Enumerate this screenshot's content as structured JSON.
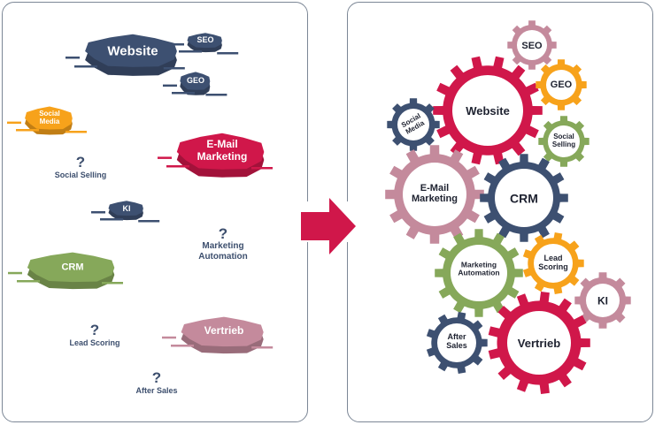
{
  "colors": {
    "red": "#d0174a",
    "navy": "#3d5071",
    "mauve": "#c48a9c",
    "orange": "#f7a21b",
    "green": "#86a85a",
    "text_dark": "#3d4f6e",
    "arrow": "#d0174a"
  },
  "before": {
    "islands": [
      {
        "id": "website",
        "label": "Website",
        "color": "navy"
      },
      {
        "id": "seo",
        "label": "SEO",
        "color": "navy"
      },
      {
        "id": "geo",
        "label": "GEO",
        "color": "navy"
      },
      {
        "id": "social-media",
        "label": "Social\nMedia",
        "color": "orange"
      },
      {
        "id": "email-marketing",
        "label": "E-Mail\nMarketing",
        "color": "red"
      },
      {
        "id": "ki",
        "label": "KI",
        "color": "navy"
      },
      {
        "id": "crm",
        "label": "CRM",
        "color": "green"
      },
      {
        "id": "vertrieb",
        "label": "Vertrieb",
        "color": "mauve"
      }
    ],
    "unknowns": [
      {
        "id": "social-selling",
        "mark": "?",
        "label": "Social Selling"
      },
      {
        "id": "marketing-automation",
        "mark": "?",
        "label": "Marketing\nAutomation"
      },
      {
        "id": "lead-scoring",
        "mark": "?",
        "label": "Lead Scoring"
      },
      {
        "id": "after-sales",
        "mark": "?",
        "label": "After Sales"
      }
    ]
  },
  "after": {
    "gears": [
      {
        "id": "website",
        "label": "Website",
        "color": "red"
      },
      {
        "id": "seo",
        "label": "SEO",
        "color": "mauve"
      },
      {
        "id": "geo",
        "label": "GEO",
        "color": "orange"
      },
      {
        "id": "social-selling",
        "label": "Social\nSelling",
        "color": "green"
      },
      {
        "id": "social-media",
        "label": "Social\nMedia",
        "color": "navy"
      },
      {
        "id": "email-marketing",
        "label": "E-Mail\nMarketing",
        "color": "mauve"
      },
      {
        "id": "crm",
        "label": "CRM",
        "color": "navy"
      },
      {
        "id": "marketing-automation",
        "label": "Marketing\nAutomation",
        "color": "green"
      },
      {
        "id": "lead-scoring",
        "label": "Lead\nScoring",
        "color": "orange"
      },
      {
        "id": "ki",
        "label": "KI",
        "color": "mauve"
      },
      {
        "id": "after-sales",
        "label": "After\nSales",
        "color": "navy"
      },
      {
        "id": "vertrieb",
        "label": "Vertrieb",
        "color": "red"
      }
    ]
  }
}
